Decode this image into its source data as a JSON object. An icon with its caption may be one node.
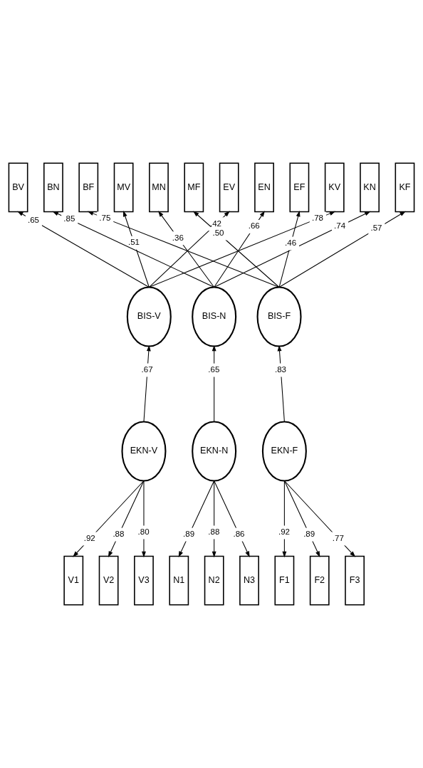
{
  "diagram": {
    "nodes": [
      {
        "text": [
          "BV"
        ]
      },
      {
        "text": [
          "BN"
        ]
      },
      {
        "text": [
          "BF"
        ]
      },
      {
        "text": [
          "MV"
        ]
      },
      {
        "text": [
          "MN"
        ]
      },
      {
        "text": [
          "MF"
        ]
      },
      {
        "text": [
          "EV"
        ]
      },
      {
        "text": [
          "EN"
        ]
      },
      {
        "text": [
          "EF"
        ]
      },
      {
        "text": [
          "KV"
        ]
      },
      {
        "text": [
          "KN"
        ]
      },
      {
        "text": [
          "KF"
        ]
      },
      {
        "text": [
          "BIS-V"
        ]
      },
      {
        "text": [
          "BIS-N"
        ]
      },
      {
        "text": [
          "BIS-F"
        ]
      },
      {
        "text": [
          "EKN-V"
        ]
      },
      {
        "text": [
          "EKN-N"
        ]
      },
      {
        "text": [
          "EKN-F"
        ]
      },
      {
        "text": [
          "V1"
        ]
      },
      {
        "text": [
          "V2"
        ]
      },
      {
        "text": [
          "V3"
        ]
      },
      {
        "text": [
          "N1"
        ]
      },
      {
        "text": [
          "N2"
        ]
      },
      {
        "text": [
          "N3"
        ]
      },
      {
        "text": [
          "F1"
        ]
      },
      {
        "text": [
          "F2"
        ]
      },
      {
        "text": [
          "F3"
        ]
      }
    ],
    "edges": [
      {
        "from": 15,
        "to": 12,
        "arrow": "to",
        "label": ".67"
      },
      {
        "from": 16,
        "to": 13,
        "arrow": "to",
        "label": ".65"
      },
      {
        "from": 17,
        "to": 14,
        "arrow": "to",
        "label": ".83"
      },
      {
        "from": 15,
        "to": 18,
        "arrow": "to",
        "label": ".92"
      },
      {
        "from": 15,
        "to": 19,
        "arrow": "to",
        "label": ".88"
      },
      {
        "from": 15,
        "to": 20,
        "arrow": "to",
        "label": ".80"
      },
      {
        "from": 16,
        "to": 21,
        "arrow": "to",
        "label": ".89"
      },
      {
        "from": 16,
        "to": 22,
        "arrow": "to",
        "label": ".88"
      },
      {
        "from": 16,
        "to": 23,
        "arrow": "to",
        "label": ".86"
      },
      {
        "from": 17,
        "to": 24,
        "arrow": "to",
        "label": ".92"
      },
      {
        "from": 17,
        "to": 25,
        "arrow": "to",
        "label": ".89"
      },
      {
        "from": 17,
        "to": 26,
        "arrow": "to",
        "label": ".77"
      },
      {
        "from": 12,
        "to": 0,
        "arrow": "to",
        "label": ".65"
      },
      {
        "from": 12,
        "to": 3,
        "arrow": "to",
        "label": ".51"
      },
      {
        "from": 12,
        "to": 6,
        "arrow": "to",
        "label": ".42"
      },
      {
        "from": 12,
        "to": 9,
        "arrow": "to",
        "label": ".78"
      },
      {
        "from": 13,
        "to": 1,
        "arrow": "to",
        "label": ".85"
      },
      {
        "from": 13,
        "to": 4,
        "arrow": "to",
        "label": ".36"
      },
      {
        "from": 13,
        "to": 7,
        "arrow": "to",
        "label": ".66"
      },
      {
        "from": 13,
        "to": 10,
        "arrow": "to",
        "label": ".74"
      },
      {
        "from": 14,
        "to": 2,
        "arrow": "to",
        "label": ".75"
      },
      {
        "from": 14,
        "to": 5,
        "arrow": "to",
        "label": ".50"
      },
      {
        "from": 14,
        "to": 8,
        "arrow": "to",
        "label": ".46"
      },
      {
        "from": 14,
        "to": 11,
        "arrow": "to",
        "label": ".57"
      }
    ]
  }
}
